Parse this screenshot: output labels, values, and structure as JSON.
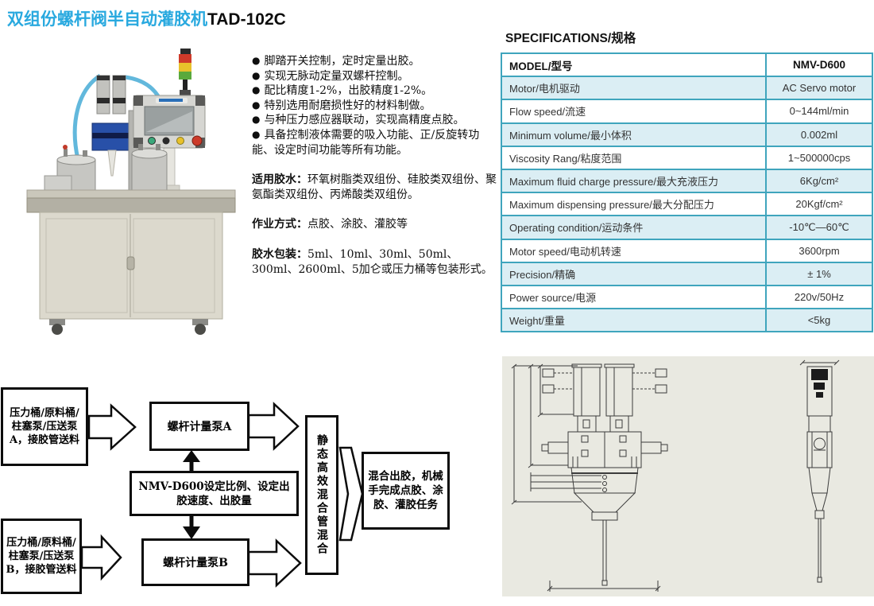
{
  "title": {
    "cn": "双组份螺杆阀半自动灌胶机",
    "model": "TAD-102C"
  },
  "icons": {
    "bullet": "●"
  },
  "colors": {
    "accent_blue": "#29a9df",
    "table_border": "#3fa5bd",
    "table_alt_row": "#dbeef4",
    "drawing_bg": "#e9e9e1"
  },
  "features": {
    "bullets": [
      "脚踏开关控制，定时定量出胶。",
      "实现无脉动定量双螺杆控制。",
      "配比精度1-2%，出胶精度1-2%。",
      "特别选用耐磨损性好的材料制做。",
      "与种压力感应器联动，实现高精度点胶。",
      "具备控制液体需要的吸入功能、正/反旋转功能、设定时间功能等所有功能。"
    ],
    "sections": [
      {
        "label": "适用胶水：",
        "text": "环氧树脂类双组份、硅胶类双组份、聚氨酯类双组份、丙烯酸类双组份。"
      },
      {
        "label": "作业方式：",
        "text": "点胶、涂胶、灌胶等"
      },
      {
        "label": "胶水包装：",
        "text": "5ml、10ml、30ml、50ml、300ml、2600ml、5加仑或压力桶等包装形式。"
      }
    ]
  },
  "specs": {
    "heading": "SPECIFICATIONS/规格",
    "header": {
      "label": "MODEL/型号",
      "value": "NMV-D600"
    },
    "rows": [
      {
        "label": "Motor/电机驱动",
        "value": "AC Servo motor"
      },
      {
        "label": "Flow speed/流速",
        "value": "0~144ml/min"
      },
      {
        "label": "Minimum volume/最小体积",
        "value": "0.002ml"
      },
      {
        "label": "Viscosity Rang/粘度范围",
        "value": "1~500000cps"
      },
      {
        "label": "Maximum fluid charge pressure/最大充液压力",
        "value": "6Kg/cm²"
      },
      {
        "label": "Maximum dispensing pressure/最大分配压力",
        "value": "20Kgf/cm²"
      },
      {
        "label": "Operating condition/运动条件",
        "value": "-10℃—60℃"
      },
      {
        "label": "Motor speed/电动机转速",
        "value": "3600rpm"
      },
      {
        "label": "Precision/精确",
        "value": "± 1%"
      },
      {
        "label": "Power source/电源",
        "value": "220v/50Hz"
      },
      {
        "label": "Weight/重量",
        "value": "<5kg"
      }
    ]
  },
  "diagram": {
    "source_a": "压力桶/原料桶/柱塞泵/压送泵A，接胶管送料",
    "pump_a": "螺杆计量泵A",
    "controller": "NMV-D600设定比例、设定出胶速度、出胶量",
    "source_b": "压力桶/原料桶/柱塞泵/压送泵B，接胶管送料",
    "pump_b": "螺杆计量泵B",
    "mixer": "静态高效混合管混合",
    "output": "混合出胶，机械手完成点胶、涂胶、灌胶任务"
  }
}
